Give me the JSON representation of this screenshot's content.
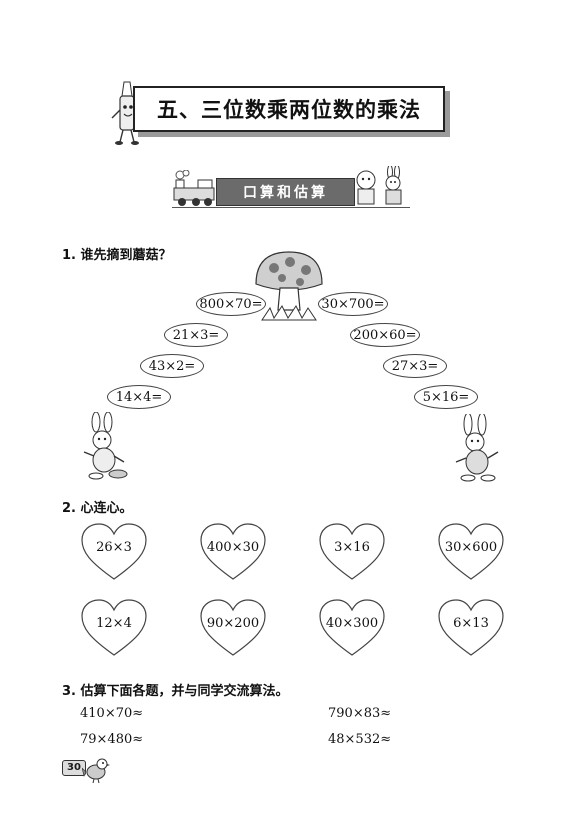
{
  "chapter": {
    "title": "五、三位数乘两位数的乘法"
  },
  "section": {
    "title": "口算和估算"
  },
  "q1": {
    "title": "1. 谁先摘到蘑菇？",
    "left_path": [
      "800×70=",
      "21×3=",
      "43×2=",
      "14×4="
    ],
    "right_path": [
      "30×700=",
      "200×60=",
      "27×3=",
      "5×16="
    ]
  },
  "q2": {
    "title": "2. 心连心。",
    "top_hearts": [
      "26×3",
      "400×30",
      "3×16",
      "30×600"
    ],
    "bottom_hearts": [
      "12×4",
      "90×200",
      "40×300",
      "6×13"
    ]
  },
  "q3": {
    "title": "3. 估算下面各题，并与同学交流算法。",
    "items": [
      "410×70≈",
      "790×83≈",
      "79×480≈",
      "48×532≈"
    ]
  },
  "page": {
    "number": "30"
  }
}
